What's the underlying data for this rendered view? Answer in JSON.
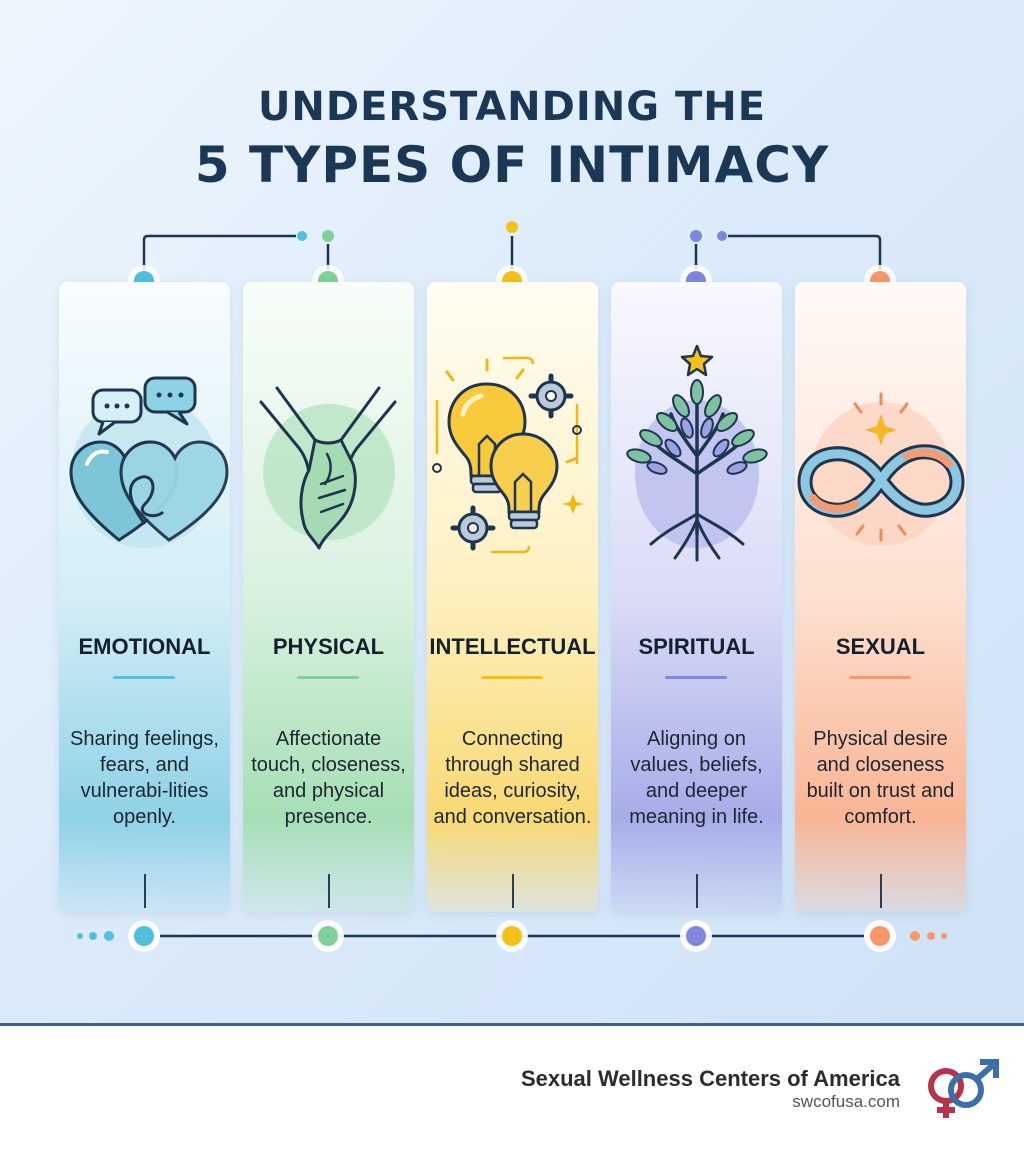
{
  "title": {
    "line1": "UNDERSTANDING THE",
    "line2": "5 TYPES OF INTIMACY"
  },
  "cards": [
    {
      "label": "EMOTIONAL",
      "description": "Sharing feelings, fears, and vulnerabi-lities openly.",
      "icon": "hearts-speech-icon",
      "accent": "#4fc0dd"
    },
    {
      "label": "PHYSICAL",
      "description": "Affectionate touch, closeness, and physical presence.",
      "icon": "holding-hands-icon",
      "accent": "#7fd19a"
    },
    {
      "label": "INTELLECTUAL",
      "description": "Connecting through shared ideas, curiosity, and conversation.",
      "icon": "lightbulbs-gears-icon",
      "accent": "#f6c117"
    },
    {
      "label": "SPIRITUAL",
      "description": "Aligning on values, beliefs, and deeper meaning in life.",
      "icon": "tree-star-icon",
      "accent": "#7f86e0"
    },
    {
      "label": "SEXUAL",
      "description": "Physical desire and closeness built on trust and comfort.",
      "icon": "infinity-sparkle-icon",
      "accent": "#f7976a"
    }
  ],
  "brand": {
    "name": "Sexual Wellness Centers of America",
    "url": "swcofusa.com",
    "logo": "gender-symbols-logo"
  },
  "colors": {
    "title": "#1b3756",
    "line": "#1e3550",
    "logo_red": "#b8334a",
    "logo_blue": "#3a6fa8"
  }
}
